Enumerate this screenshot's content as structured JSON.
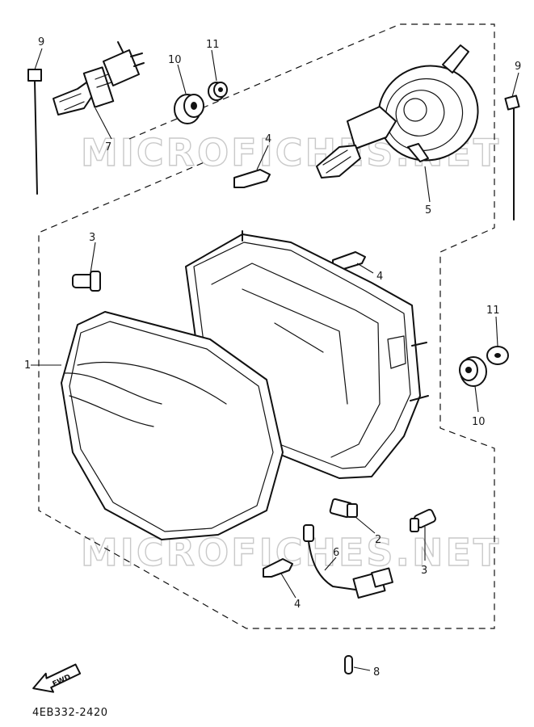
{
  "diagram": {
    "code": "4EB332-2420",
    "watermark": "MICROFICHES.NET",
    "fwd_label": "FWD",
    "callouts": {
      "c1": "1",
      "c2": "2",
      "c3a": "3",
      "c3b": "3",
      "c4a": "4",
      "c4b": "4",
      "c4c": "4",
      "c5": "5",
      "c6": "6",
      "c7": "7",
      "c8": "8",
      "c9a": "9",
      "c9b": "9",
      "c10a": "10",
      "c10b": "10",
      "c11a": "11",
      "c11b": "11"
    }
  }
}
